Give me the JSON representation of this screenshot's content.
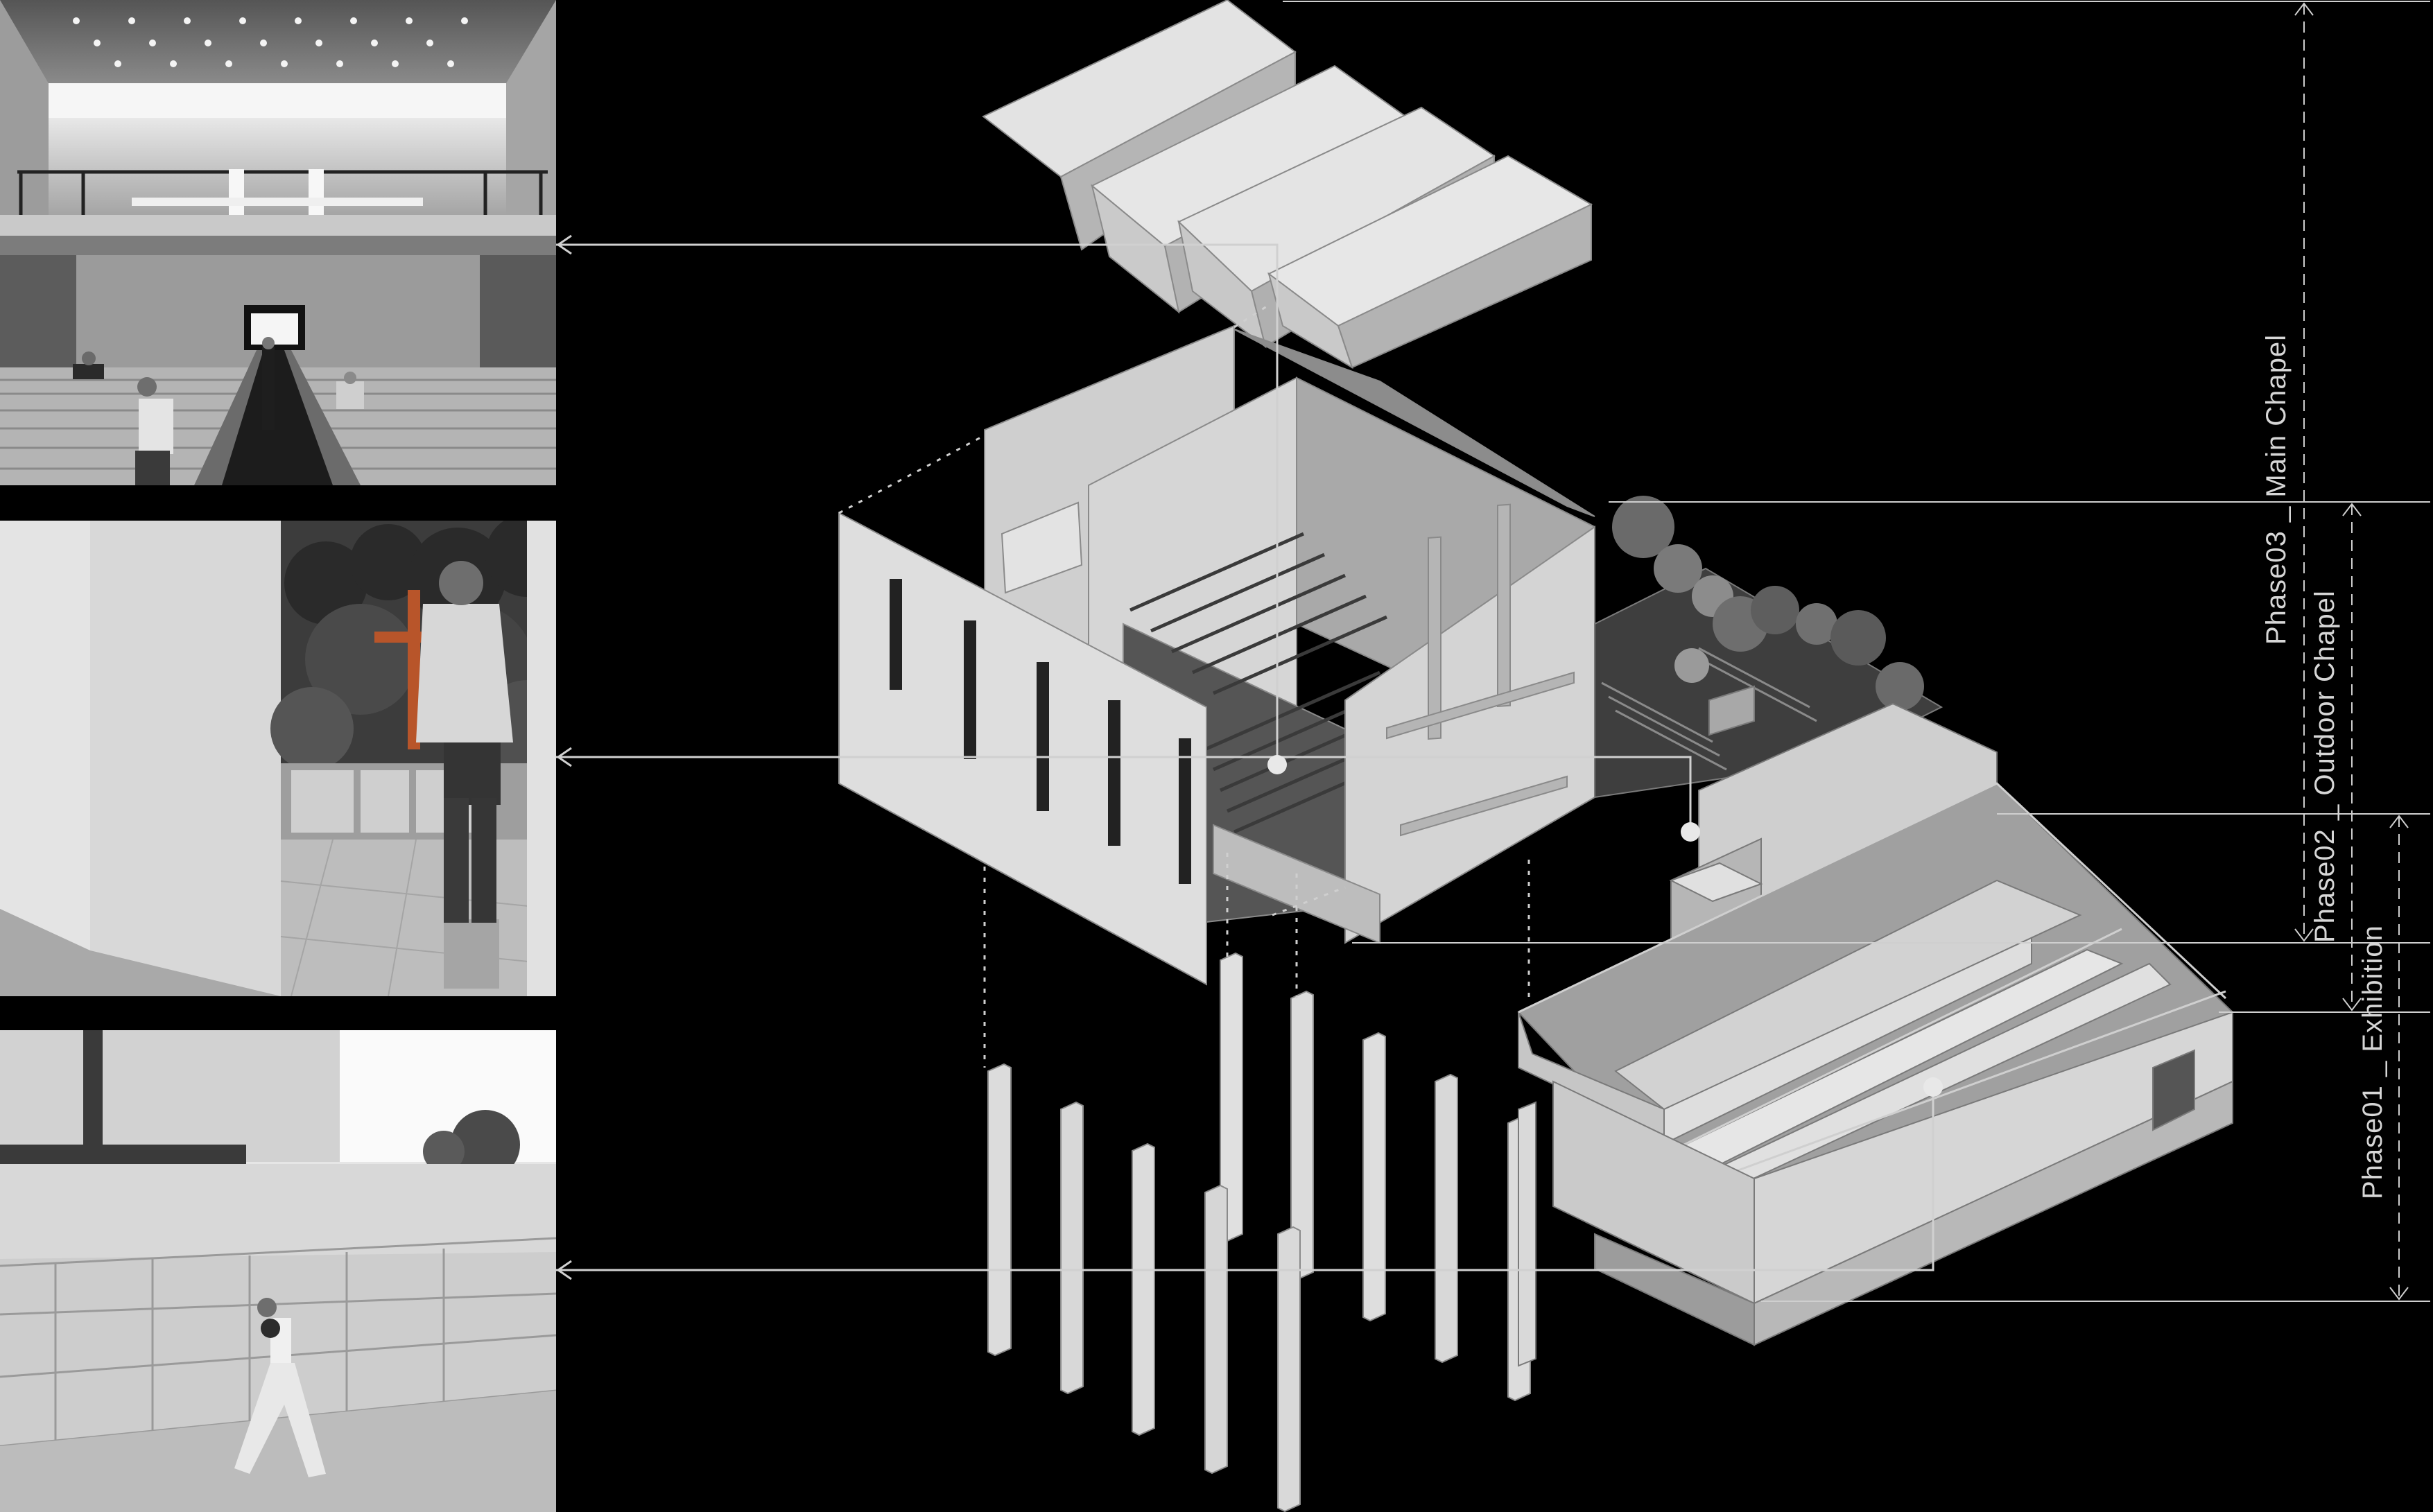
{
  "phases": [
    {
      "id": "phase03",
      "label": "Phase03 _ Main Chapel"
    },
    {
      "id": "phase02",
      "label": "Phase02 _ Outdoor Chapel"
    },
    {
      "id": "phase01",
      "label": "Phase01 _ Exhibition"
    }
  ],
  "colors": {
    "background": "#000000",
    "concrete": "#d9d9d9",
    "concrete_shadow": "#9a9a9a",
    "leader_line": "#d0d0d0",
    "cross_accent": "#b8552a"
  },
  "images": [
    {
      "id": "panel-interior-chapel"
    },
    {
      "id": "panel-outdoor-chapel"
    },
    {
      "id": "panel-exhibition-ramp"
    }
  ]
}
